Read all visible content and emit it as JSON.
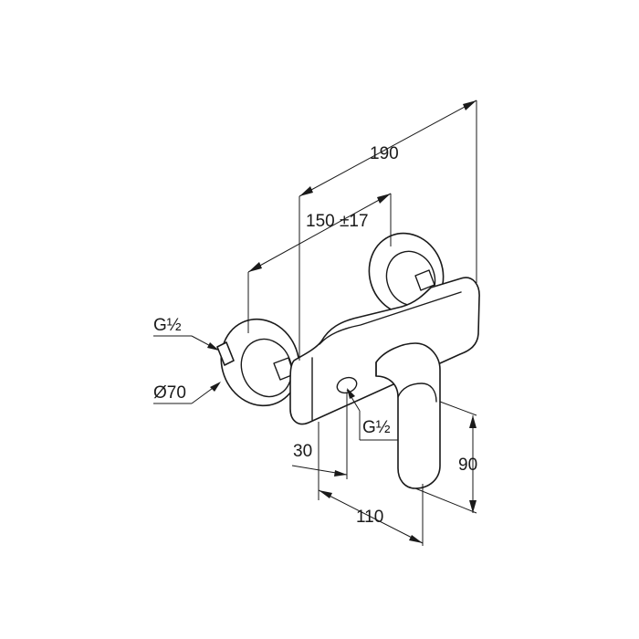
{
  "labels": {
    "overall_width": "190",
    "center_distance": "150 ±17",
    "inlet_thread": "G½",
    "escutcheon_diameter": "Ø70",
    "outlet_thread": "G½",
    "outlet_offset": "30",
    "lever_height": "90",
    "projection": "110"
  },
  "colors": {
    "stroke": "#1a1a1a",
    "background": "#ffffff"
  }
}
